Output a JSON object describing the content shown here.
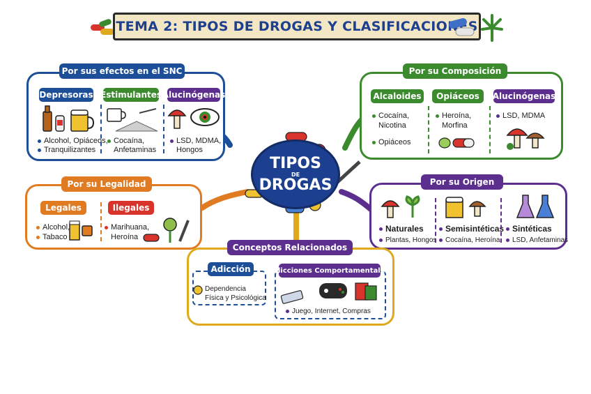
{
  "title": "TEMA 2: TIPOS DE DROGAS Y CLASIFICACIONES",
  "center": {
    "line1": "TIPOS",
    "line2": "DE",
    "line3": "DROGAS"
  },
  "colors": {
    "blue": "#1d4f99",
    "green": "#3b8a2e",
    "orange": "#e07b22",
    "purple": "#5c2f8f",
    "gold": "#e0a91c",
    "navy": "#1d3f8f"
  },
  "snc": {
    "header": "Por sus efectos en el SNC",
    "depresoras": {
      "title": "Depresoras",
      "items": [
        "Alcohol, Opiáceos,",
        "Tranquilizantes"
      ]
    },
    "estimulantes": {
      "title": "Estimulantes",
      "items": [
        "Cocaína,",
        "Anfetaminas"
      ]
    },
    "alucinogenas": {
      "title": "Alucinógenas",
      "items": [
        "LSD, MDMA,",
        "Hongos"
      ]
    }
  },
  "composicion": {
    "header": "Por su Composición",
    "alcaloides": {
      "title": "Alcaloides",
      "items": [
        "Cocaína,",
        "Nicotina",
        "Opiáceos"
      ]
    },
    "opiaceos": {
      "title": "Opiáceos",
      "items": [
        "Heroína,",
        "Morfina"
      ]
    },
    "alucinogenas": {
      "title": "Alucinógenas",
      "items": [
        "LSD, MDMA"
      ]
    }
  },
  "legalidad": {
    "header": "Por su Legalidad",
    "legales": {
      "title": "Legales",
      "items": [
        "Alcohol,",
        "Tabaco"
      ]
    },
    "ilegales": {
      "title": "Ilegales",
      "items": [
        "Marihuana,",
        "Heroína"
      ]
    }
  },
  "origen": {
    "header": "Por su Origen",
    "naturales": {
      "title": "Naturales",
      "sub": "Plantas, Hongos"
    },
    "semisinteticas": {
      "title": "Semisintéticas",
      "sub": "Cocaína, Heroína"
    },
    "sinteticas": {
      "title": "Sintéticas",
      "sub": "LSD, Anfetaminas"
    }
  },
  "conceptos": {
    "header": "Conceptos Relacionados",
    "adiccion": {
      "title": "Adicción",
      "items": [
        "Dependencia",
        "Física y Psicológica"
      ]
    },
    "comportamentales": {
      "title": "Adicciones Comportamentales",
      "items": [
        "Juego, Internet, Compras"
      ]
    }
  }
}
